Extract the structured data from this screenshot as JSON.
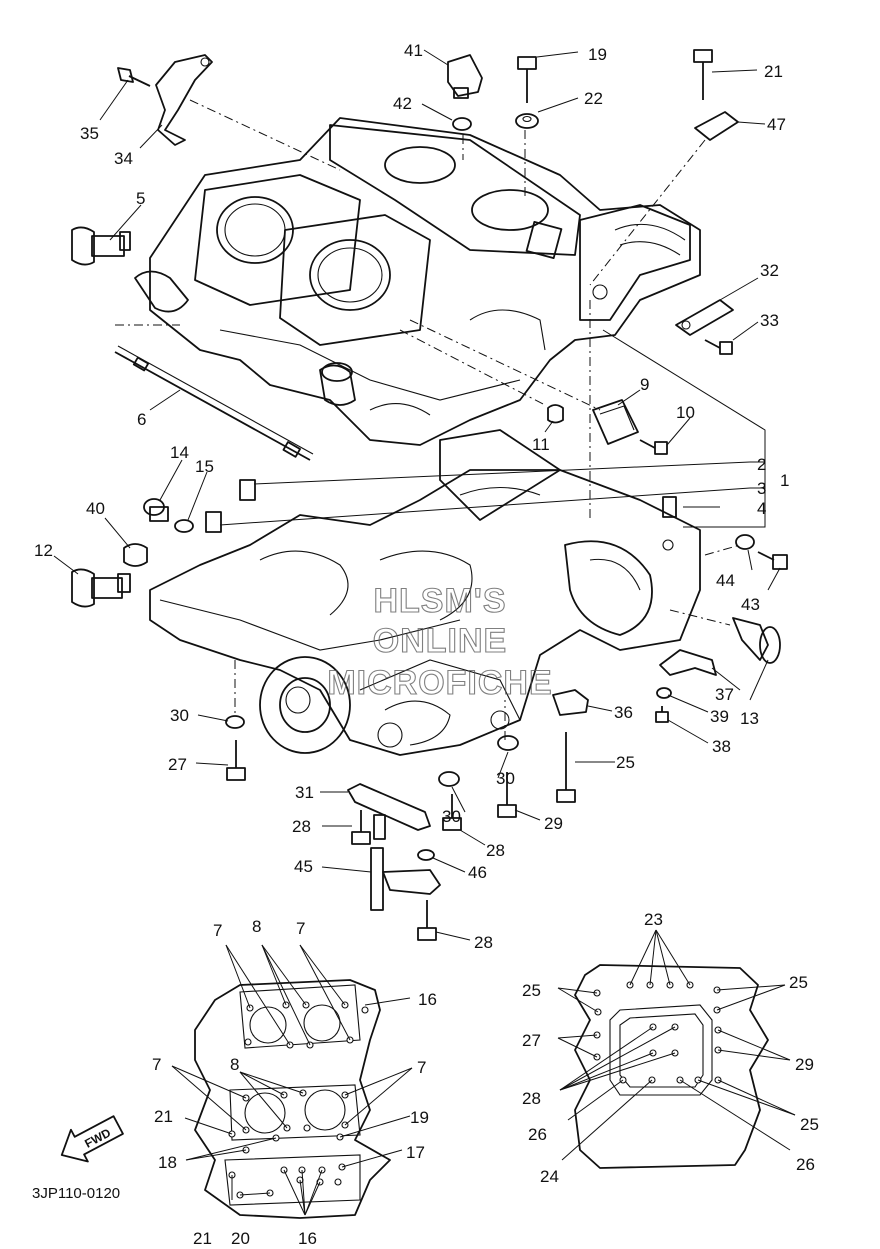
{
  "diagram": {
    "code": "3JP110-0120",
    "watermark": [
      "HLSM'S",
      "ONLINE",
      "MICROFICHE"
    ],
    "fwd_label": "FWD",
    "callouts": [
      {
        "id": "c41",
        "text": "41"
      },
      {
        "id": "c19",
        "text": "19"
      },
      {
        "id": "c21",
        "text": "21"
      },
      {
        "id": "c35",
        "text": "35"
      },
      {
        "id": "c42",
        "text": "42"
      },
      {
        "id": "c22",
        "text": "22"
      },
      {
        "id": "c47",
        "text": "47"
      },
      {
        "id": "c34",
        "text": "34"
      },
      {
        "id": "c5",
        "text": "5"
      },
      {
        "id": "c32",
        "text": "32"
      },
      {
        "id": "c33",
        "text": "33"
      },
      {
        "id": "c6",
        "text": "6"
      },
      {
        "id": "c9",
        "text": "9"
      },
      {
        "id": "c10",
        "text": "10"
      },
      {
        "id": "c11",
        "text": "11"
      },
      {
        "id": "c14",
        "text": "14"
      },
      {
        "id": "c15",
        "text": "15"
      },
      {
        "id": "c2",
        "text": "2"
      },
      {
        "id": "c3",
        "text": "3"
      },
      {
        "id": "c1",
        "text": "1"
      },
      {
        "id": "c4",
        "text": "4"
      },
      {
        "id": "c40",
        "text": "40"
      },
      {
        "id": "c12",
        "text": "12"
      },
      {
        "id": "c44",
        "text": "44"
      },
      {
        "id": "c43",
        "text": "43"
      },
      {
        "id": "c37",
        "text": "37"
      },
      {
        "id": "c39",
        "text": "39"
      },
      {
        "id": "c13",
        "text": "13"
      },
      {
        "id": "c30a",
        "text": "30"
      },
      {
        "id": "c36",
        "text": "36"
      },
      {
        "id": "c38",
        "text": "38"
      },
      {
        "id": "c27a",
        "text": "27"
      },
      {
        "id": "c25a",
        "text": "25"
      },
      {
        "id": "c30b",
        "text": "30"
      },
      {
        "id": "c31",
        "text": "31"
      },
      {
        "id": "c30c",
        "text": "30"
      },
      {
        "id": "c29a",
        "text": "29"
      },
      {
        "id": "c28a",
        "text": "28"
      },
      {
        "id": "c28b",
        "text": "28"
      },
      {
        "id": "c45",
        "text": "45"
      },
      {
        "id": "c46",
        "text": "46"
      },
      {
        "id": "c28c",
        "text": "28"
      },
      {
        "id": "c7a",
        "text": "7"
      },
      {
        "id": "c8a",
        "text": "8"
      },
      {
        "id": "c7b",
        "text": "7"
      },
      {
        "id": "c16a",
        "text": "16"
      },
      {
        "id": "c23",
        "text": "23"
      },
      {
        "id": "c25b",
        "text": "25"
      },
      {
        "id": "c25c",
        "text": "25"
      },
      {
        "id": "c27b",
        "text": "27"
      },
      {
        "id": "c29b",
        "text": "29"
      },
      {
        "id": "c7c",
        "text": "7"
      },
      {
        "id": "c8b",
        "text": "8"
      },
      {
        "id": "c7d",
        "text": "7"
      },
      {
        "id": "c21b",
        "text": "21"
      },
      {
        "id": "c19b",
        "text": "19"
      },
      {
        "id": "c28d",
        "text": "28"
      },
      {
        "id": "c25d",
        "text": "25"
      },
      {
        "id": "c18",
        "text": "18"
      },
      {
        "id": "c17",
        "text": "17"
      },
      {
        "id": "c26a",
        "text": "26"
      },
      {
        "id": "c24",
        "text": "24"
      },
      {
        "id": "c26b",
        "text": "26"
      },
      {
        "id": "c21c",
        "text": "21"
      },
      {
        "id": "c20",
        "text": "20"
      },
      {
        "id": "c16b",
        "text": "16"
      }
    ]
  }
}
